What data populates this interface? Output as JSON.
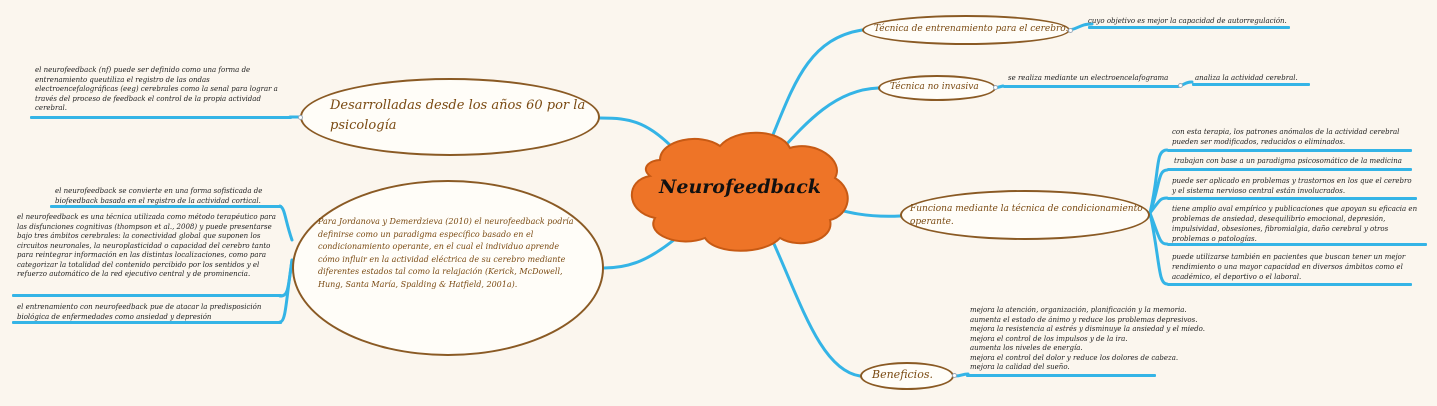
{
  "center": {
    "label": "Neurofeedback"
  },
  "colors": {
    "connector": "#34b4e6",
    "center_fill": "#ee7427",
    "node_border": "#8a5a24",
    "node_text": "#7a4a12",
    "background": "#fbf6ee"
  },
  "nodes": {
    "tecnica_entrenamiento": {
      "label": "Técnica de entrenamiento para el cerebro.",
      "detail": "cuyo objetivo es mejor la capacidad de autorregulación."
    },
    "tecnica_no_invasiva": {
      "label": "Técnica no invasiva",
      "detail": "se realiza mediante un electroencelafograma",
      "detail2": "analiza la actividad cerebral."
    },
    "funciona": {
      "label": "Funciona mediante la técnica de condicionamiento operante.",
      "details": [
        "con esta terapia, los patrones anómalos de la actividad cerebral pueden ser modificados, reducidos o eliminados.",
        "trabajan con base a un paradigma psicosomático de la medicina",
        "puede ser aplicado en problemas y trastornos en los que el cerebro y el sistema nervioso central están involucrados.",
        "tiene amplio aval empírico y publicaciones que apoyan su eficacia en problemas de ansiedad, desequilibrio emocional, depresión, impulsividad, obsesiones, fibromialgia, daño cerebral y otros problemas o patologías.",
        "puede utilizarse también en pacientes que buscan tener un mejor rendimiento o una mayor capacidad en diversos ámbitos como el académico, el deportivo o el laboral."
      ]
    },
    "beneficios": {
      "label": "Beneficios.",
      "detail": "mejora la atención, organización, planificación y la memoria.\naumenta el estado de ánimo y reduce los problemas depresivos.\nmejora la resistencia al estrés y disminuye la ansiedad y el miedo.\nmejora el control de los impulsos y de la ira.\naumenta los niveles de energía.\nmejora el control del dolor y reduce los dolores de cabeza.\nmejora la calidad del sueño."
    },
    "desarrolladas": {
      "label": "Desarrolladas desde los años 60 por la psicología",
      "detail": "el neurofeedback (nf) puede ser definido como una forma de entrenamiento queutiliza el registro de las ondas electroencefalográficas (eeg) cerebrales como la senal para lograr a través del proceso de feedback el control de la propia actividad cerebral."
    },
    "jordanova": {
      "label": "Para Jordanova y Demerdzieva (2010) el neurofeedback podría definirse como un paradigma específico basado en el condicionamiento operante, en el cual el individuo aprende cómo influir en la actividad eléctrica de su cerebro mediante diferentes estados tal como la relajación (Kerick, McDowell, Hung, Santa María, Spalding & Hatfield, 2001a).",
      "details": [
        "el neurofeedback se convierte en una forma sofisticada de biofeedback basada en el registro de la actividad cortical.",
        "el neurofeedback es una técnica utilizada como método terapéutico para las disfunciones cognitivas (thompson et al., 2008) y puede presentarse bajo tres ámbitos cerebrales: la conectividad global que suponen los circuitos neuronales, la neuroplasticidad o capacidad del cerebro tanto para reintegrar información en las distintas localizaciones, como para categorizar la totalidad del contenido percibido por los sentidos y el refuerzo automático de la red ejecutivo central y de prominencia.",
        "el entrenamiento con neurofeedback pue de atacar la predisposición biológica de enfermedades como ansiedad y depresión"
      ]
    }
  }
}
